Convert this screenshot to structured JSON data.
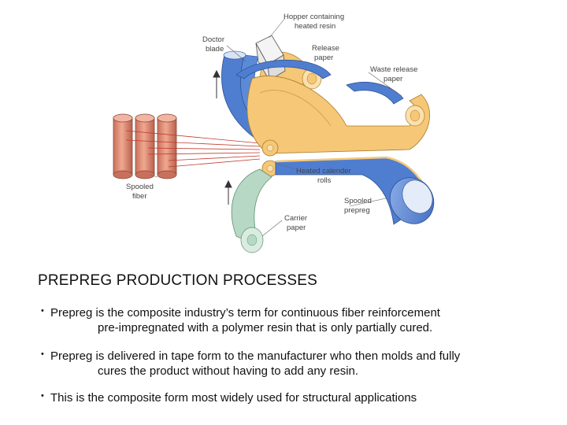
{
  "labels": {
    "hopper": [
      "Hopper containing",
      "heated resin"
    ],
    "doctor": [
      "Doctor",
      "blade"
    ],
    "release": [
      "Release",
      "paper"
    ],
    "waste": [
      "Waste release",
      "paper"
    ],
    "spooled_fiber": [
      "Spooled",
      "fiber"
    ],
    "heated_rolls": [
      "Heated calender",
      "rolls"
    ],
    "spooled_prepreg": [
      "Spooled",
      "prepreg"
    ],
    "carrier": [
      "Carrier",
      "paper"
    ]
  },
  "heading": "PREPREG PRODUCTION PROCESSES",
  "bullets": [
    {
      "line1": "Prepreg is the composite industry’s term for continuous fiber reinforcement",
      "line2": "pre-impregnated with a polymer resin that is only partially cured."
    },
    {
      "line1": "Prepreg is delivered in tape form to the manufacturer who then molds and fully",
      "line2": "cures the product without having to add any resin."
    },
    {
      "line1": "This is the composite form most widely used for structural applications",
      "line2": ""
    }
  ],
  "bullet_symbol": "•",
  "colors": {
    "blue_paper": "#4f7ed0",
    "orange_paper": "#f5c777",
    "green_paper": "#b7d8c4",
    "copper_spool": "#d98a74"
  }
}
